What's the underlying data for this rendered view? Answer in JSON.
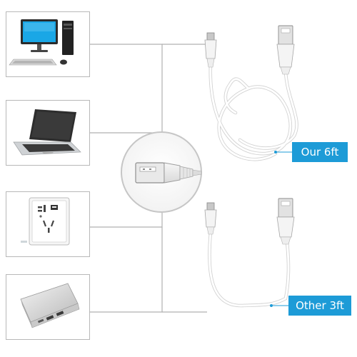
{
  "product_image": {
    "labels": {
      "long_cable": "Our 6ft",
      "short_cable": "Other 3ft"
    },
    "devices": [
      {
        "name": "desktop computer",
        "icon": "desktop-computer-icon"
      },
      {
        "name": "laptop",
        "icon": "laptop-icon"
      },
      {
        "name": "wall usb outlet",
        "icon": "wall-usb-outlet-icon"
      },
      {
        "name": "power bank",
        "icon": "power-bank-icon"
      }
    ],
    "colors": {
      "label_background": "#1d9bd7",
      "label_text": "#ffffff",
      "connector_lines": "#b0b0b0",
      "cable": "#ffffff"
    }
  }
}
